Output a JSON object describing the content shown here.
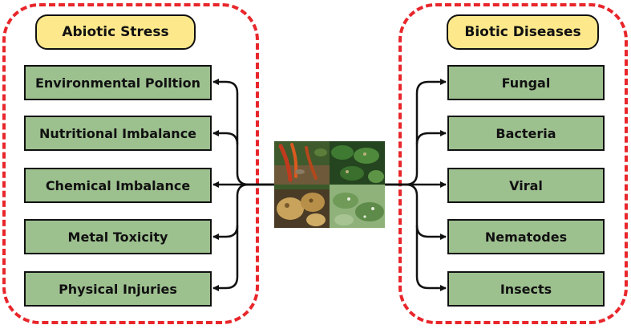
{
  "left_group": {
    "title": "Abiotic Stress",
    "items": [
      "Environmental Polltion",
      "Nutritional Imbalance",
      "Chemical Imbalance",
      "Metal Toxicity",
      "Physical Injuries"
    ]
  },
  "right_group": {
    "title": "Biotic Diseases",
    "items": [
      "Fungal",
      "Bacteria",
      "Viral",
      "Nematodes",
      "Insects"
    ]
  },
  "center_image": {
    "panels": [
      "diseased-peppers",
      "diseased-tomato-leaves",
      "infected-potatoes",
      "infected-leaves"
    ]
  },
  "colors": {
    "border": "#e8262b",
    "title_fill": "#fde98b",
    "node_fill": "#9dc08f",
    "stroke": "#111111"
  }
}
